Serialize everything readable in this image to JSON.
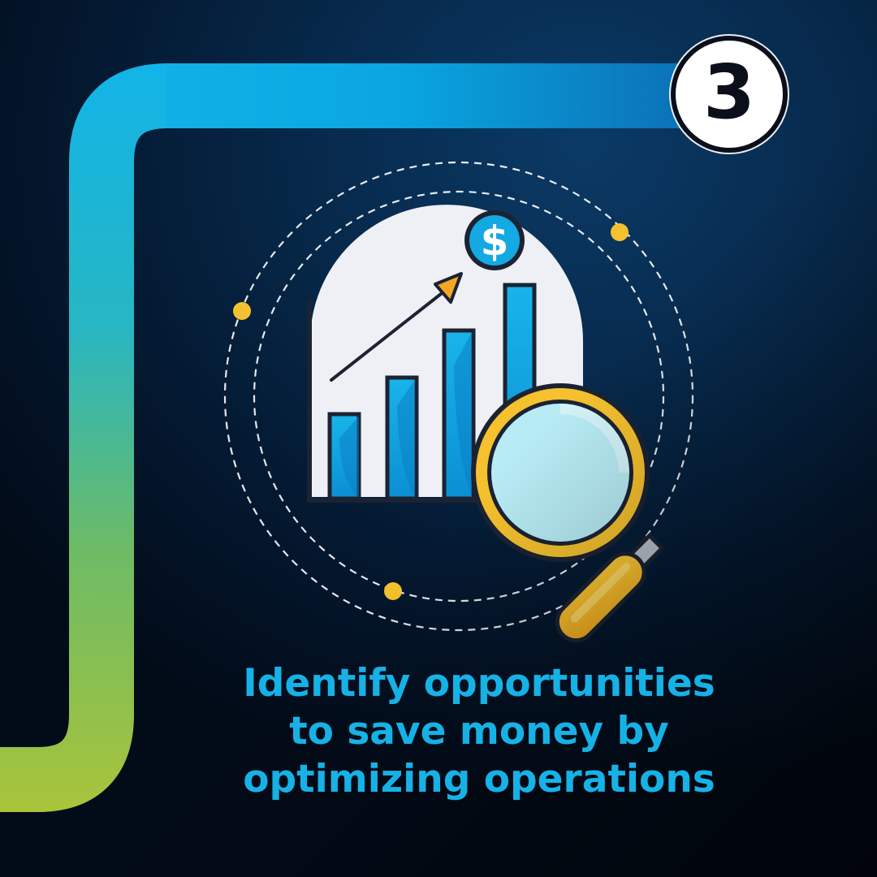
{
  "step": {
    "number": "3"
  },
  "caption": {
    "lines": [
      "Identify opportunities",
      "to save money by",
      "optimizing operations"
    ]
  },
  "icons": {
    "chart": "bar-chart-icon",
    "arrow": "trend-arrow-icon",
    "dollar": "dollar-icon",
    "magnifier": "magnifying-glass-icon"
  },
  "dollar_symbol": "$",
  "colors": {
    "background": "#041a33",
    "caption": "#16b2e6",
    "bar_fill": "#12a6e0",
    "chart_backdrop": "#eef0f5",
    "accent_yellow": "#f5c12e",
    "lens": "#b8ecf5",
    "outline": "#1b2333",
    "path_start": "#00b4e6",
    "path_end": "#a6c43a"
  }
}
